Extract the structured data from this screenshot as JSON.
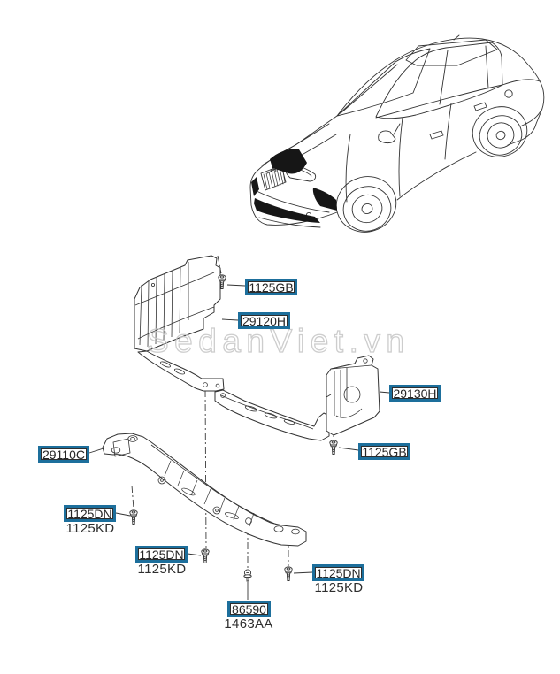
{
  "page": {
    "background": "#ffffff"
  },
  "colors": {
    "label_border": "#1d6f9c",
    "label_text": "#262626",
    "line_art": "#333333",
    "black_fill": "#161616",
    "watermark": "#c8c8c8"
  },
  "watermark": {
    "text": "SedanViet.vn"
  },
  "callouts": [
    {
      "code": "1125GB"
    },
    {
      "code": "29120H"
    },
    {
      "code": "29130H"
    },
    {
      "code": "1125GB"
    },
    {
      "code": "29110C"
    },
    {
      "code": "1125DN",
      "sub": "1125KD"
    },
    {
      "code": "1125DN",
      "sub": "1125KD"
    },
    {
      "code": "1125DN",
      "sub": "1125KD"
    },
    {
      "code": "86590",
      "sub": "1463AA"
    }
  ],
  "icons": {
    "bolt": "screw-bolt-icon",
    "clip": "push-clip-icon",
    "car": "vehicle-front-three-quarter-illustration"
  }
}
